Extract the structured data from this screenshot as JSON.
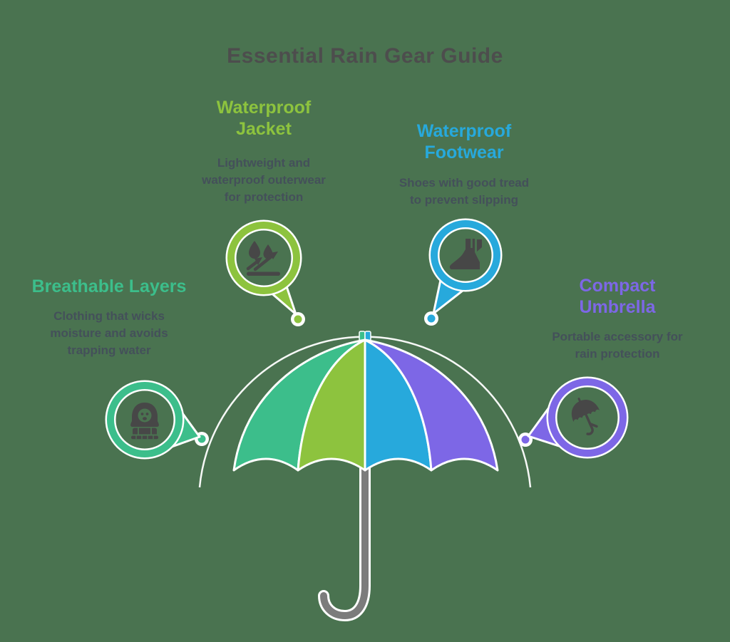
{
  "title": "Essential Rain Gear Guide",
  "colors": {
    "background": "#4A7350",
    "title_text": "#4D4D4D",
    "description_text": "#44505A",
    "icon": "#474747",
    "green": "#3CBE8B",
    "lime": "#8DC33E",
    "blue": "#27A9DC",
    "purple": "#7D67E6",
    "handle_gray": "#7C7C7C",
    "connector": "#FFFFFF"
  },
  "sections": [
    {
      "id": "waterproof-jacket",
      "heading_lines": [
        "Waterproof",
        "Jacket"
      ],
      "description_lines": [
        "Lightweight and",
        "waterproof outerwear",
        "for protection"
      ],
      "accent_color": "#8DC33E",
      "icon": "water-repellent-icon"
    },
    {
      "id": "waterproof-footwear",
      "heading_lines": [
        "Waterproof",
        "Footwear"
      ],
      "description_lines": [
        "Shoes with good tread",
        "to prevent slipping"
      ],
      "accent_color": "#27A9DC",
      "icon": "boot-icon"
    },
    {
      "id": "breathable-layers",
      "heading_lines": [
        "Breathable Layers"
      ],
      "description_lines": [
        "Clothing that wicks",
        "moisture and avoids",
        "trapping water"
      ],
      "accent_color": "#3CBE8B",
      "icon": "person-in-layers-icon"
    },
    {
      "id": "compact-umbrella",
      "heading_lines": [
        "Compact",
        "Umbrella"
      ],
      "description_lines": [
        "Portable accessory for",
        "rain protection"
      ],
      "accent_color": "#7D67E6",
      "icon": "tilted-umbrella-icon"
    }
  ],
  "umbrella": {
    "panel_colors": [
      "#3CBE8B",
      "#8DC33E",
      "#27A9DC",
      "#7D67E6"
    ],
    "handle_color": "#7C7C7C"
  }
}
